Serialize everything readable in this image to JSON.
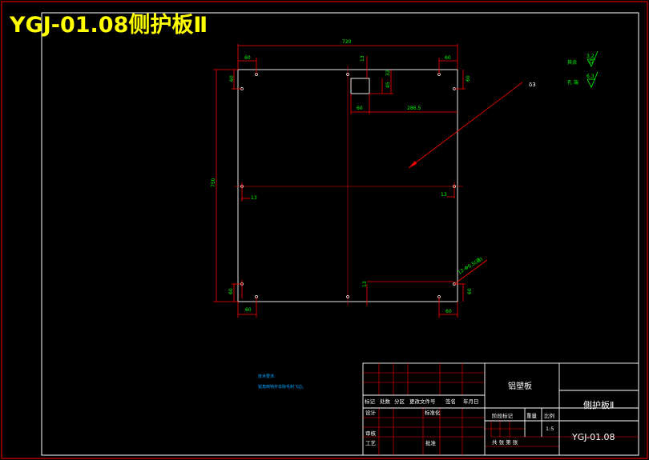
{
  "title": "YGJ-01.08侧护板Ⅱ",
  "dimensions": {
    "overall_width": "720",
    "overall_height": "750",
    "top_left_60": "60",
    "top_right_60": "60",
    "top_13": "13",
    "left_60": "60",
    "right_60": "60",
    "cutout_32": "32",
    "cutout_45": "45",
    "cutout_60": "60",
    "cutout_offset": "286.5",
    "mid_left_13": "13",
    "mid_right_13": "13",
    "bottom_left_60": "60",
    "bottom_right_60": "60",
    "bottom_13": "13",
    "left_bottom_60": "60",
    "right_bottom_60": "60",
    "holes_note": "12-Φ6.5(通)",
    "thickness_label": "δ3"
  },
  "roughness": {
    "label1": "其余",
    "value1": "3.2",
    "label2": "孔 端",
    "value2": "6.3"
  },
  "tech_notes": {
    "heading": "技术要求:",
    "line1": "锐角倒钝并去除毛刺飞边。"
  },
  "title_block": {
    "material": "铝塑板",
    "part_name": "侧护板Ⅱ",
    "drawing_no": "YGJ-01.08",
    "col_mark": "标记",
    "col_count": "处数",
    "col_zone": "分区",
    "col_change_doc": "更改文件号",
    "col_sign": "签名",
    "col_date": "年月日",
    "design": "设计",
    "standardize": "标准化",
    "stage_mark": "阶段标记",
    "weight": "重量",
    "scale": "比例",
    "scale_value": "1:5",
    "review": "审核",
    "process": "工艺",
    "approve": "批准",
    "sheets": "共  张 第  张"
  }
}
